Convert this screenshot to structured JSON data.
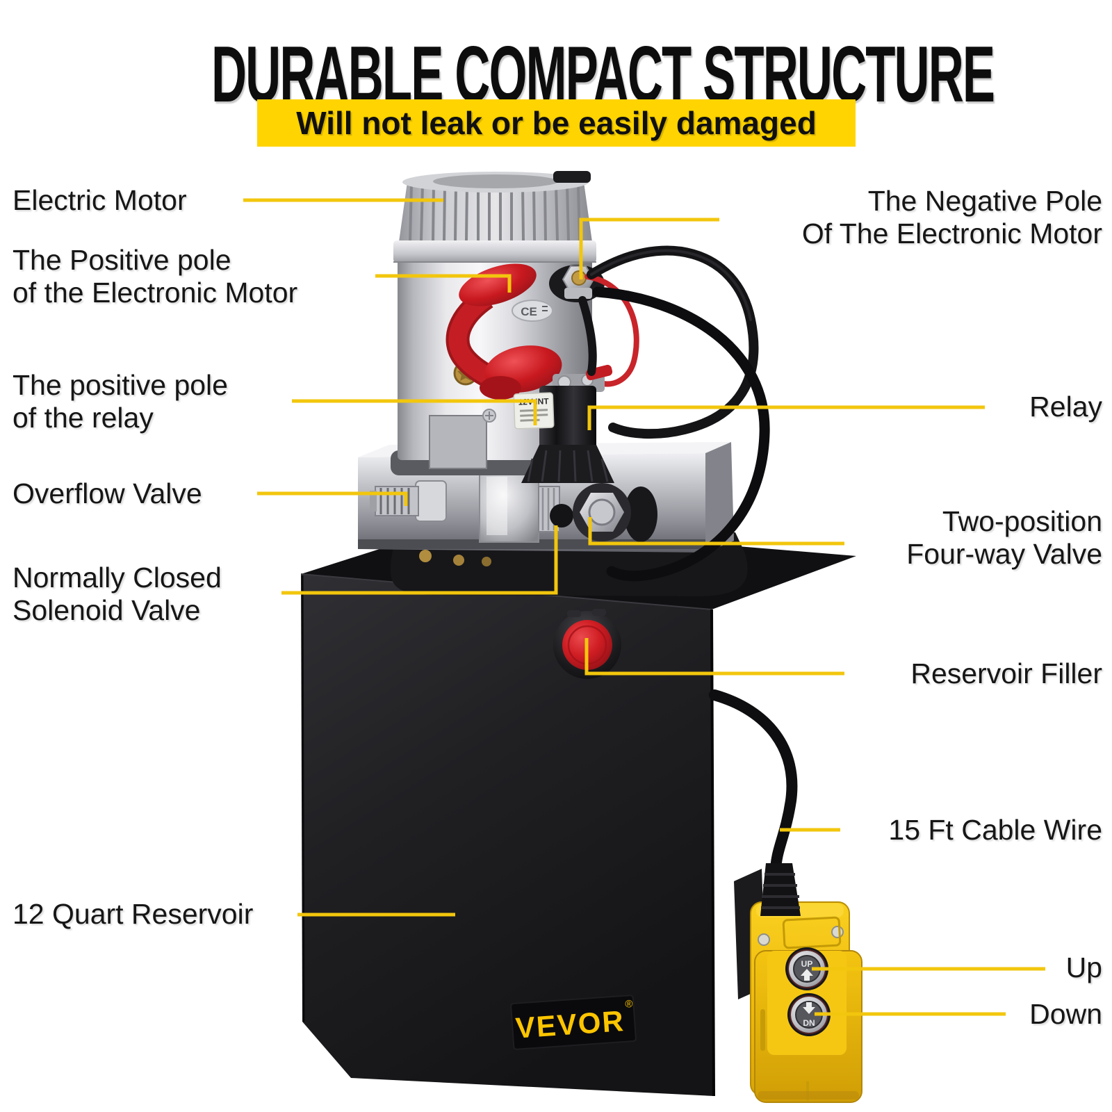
{
  "title": "DURABLE COMPACT STRUCTURE",
  "subtitle": "Will not leak or be easily damaged",
  "callouts": {
    "electric_motor": {
      "lines": [
        "Electric Motor"
      ]
    },
    "positive_pole_motor": {
      "lines": [
        "The Positive pole",
        "of the Electronic Motor"
      ]
    },
    "positive_pole_relay": {
      "lines": [
        "The positive pole",
        "of the relay"
      ]
    },
    "overflow_valve": {
      "lines": [
        "Overflow Valve"
      ]
    },
    "solenoid_valve": {
      "lines": [
        "Normally Closed",
        "Solenoid Valve"
      ]
    },
    "reservoir": {
      "lines": [
        "12 Quart Reservoir"
      ]
    },
    "negative_pole_motor": {
      "lines": [
        "The Negative Pole",
        "Of The Electronic Motor"
      ]
    },
    "relay": {
      "lines": [
        "Relay"
      ]
    },
    "four_way_valve": {
      "lines": [
        "Two-position",
        "Four-way Valve"
      ]
    },
    "reservoir_filler": {
      "lines": [
        "Reservoir Filler"
      ]
    },
    "cable_wire": {
      "lines": [
        "15 Ft Cable Wire"
      ]
    },
    "up": {
      "lines": [
        "Up"
      ]
    },
    "down": {
      "lines": [
        "Down"
      ]
    }
  },
  "product": {
    "brand": "VEVOR",
    "brand_reg": "®",
    "ce_mark": "CE",
    "relay_label": "12V INT",
    "up_button": "UP",
    "down_button": "DN"
  },
  "colors": {
    "banner_yellow": "#FFD400",
    "callout_line_yellow": "#F2C60D",
    "brand_yellow": "#FDC500",
    "remote_yellow": "#F5C713",
    "filler_cap_red": "#CE1B21",
    "label_text": "#151515"
  }
}
